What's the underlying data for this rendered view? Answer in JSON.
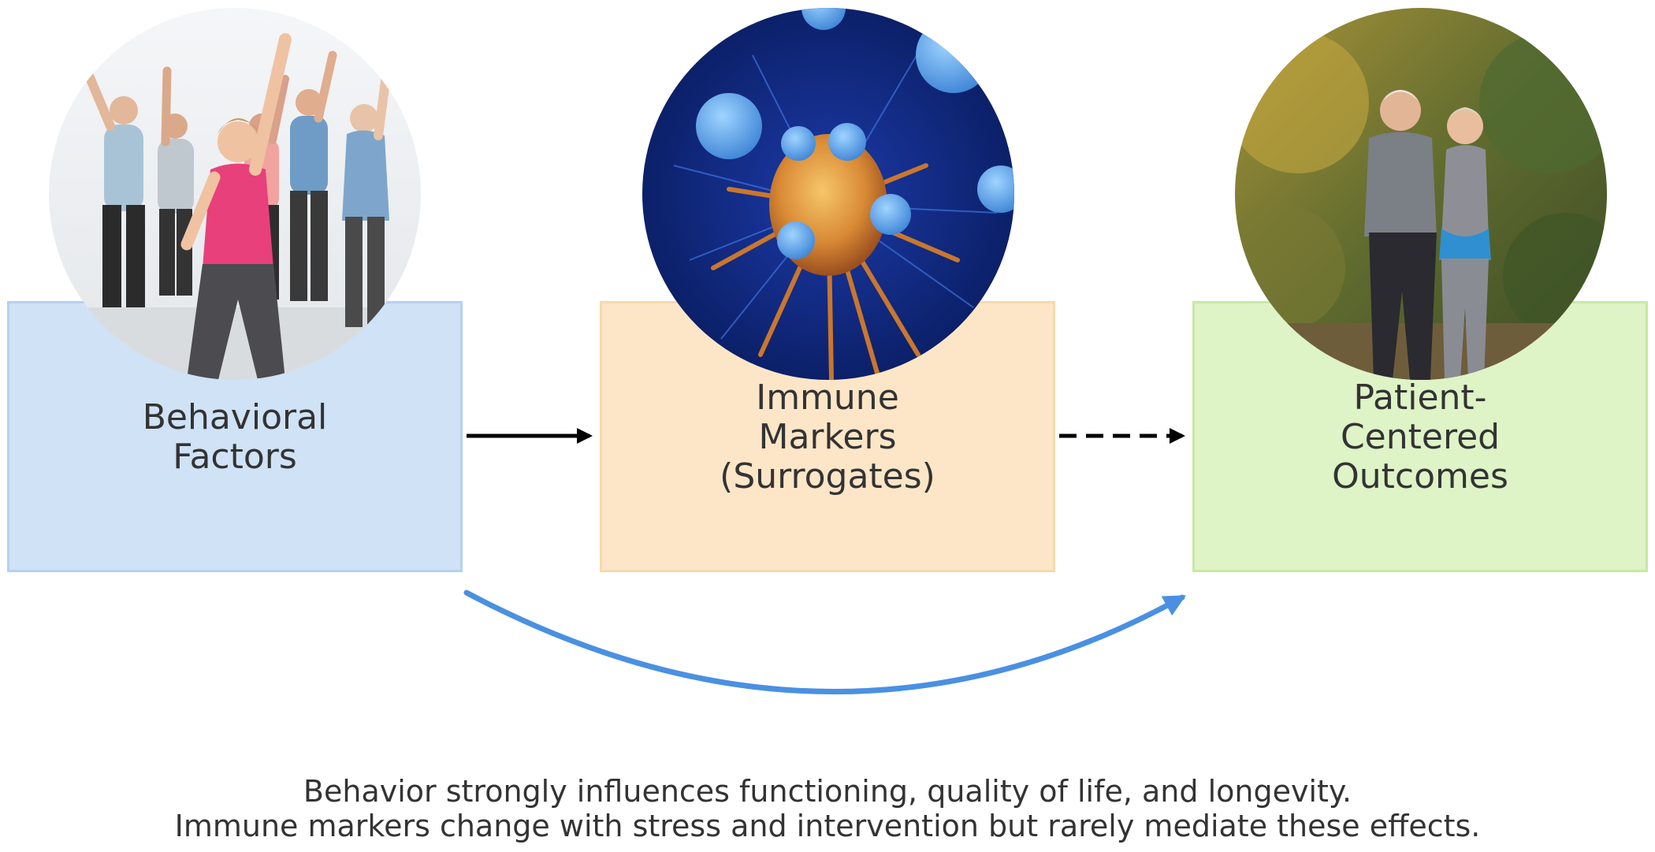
{
  "boxes": [
    {
      "id": "behavioral",
      "label": "Behavioral\nFactors",
      "fill": "#cfe2f6",
      "border": "#b6d1ef",
      "image": "people-exercising-photo"
    },
    {
      "id": "immune",
      "label": "Immune\nMarkers\n(Surrogates)",
      "fill": "#fde6c7",
      "border": "#f6d9ad",
      "image": "immune-cell-photo"
    },
    {
      "id": "outcomes",
      "label": "Patient-\nCentered\nOutcomes",
      "fill": "#def3c6",
      "border": "#c8e9a6",
      "image": "older-couple-jogging-photo"
    }
  ],
  "arrows": {
    "behavior_to_immune": {
      "style": "solid",
      "color": "#000000"
    },
    "immune_to_outcomes": {
      "style": "dashed",
      "color": "#000000"
    },
    "behavior_to_outcomes": {
      "style": "curved",
      "color": "#4a90e2"
    }
  },
  "caption": {
    "line1": "Behavior strongly influences functioning, quality of life, and longevity.",
    "line2": "Immune markers change with stress and intervention but rarely mediate these effects."
  }
}
